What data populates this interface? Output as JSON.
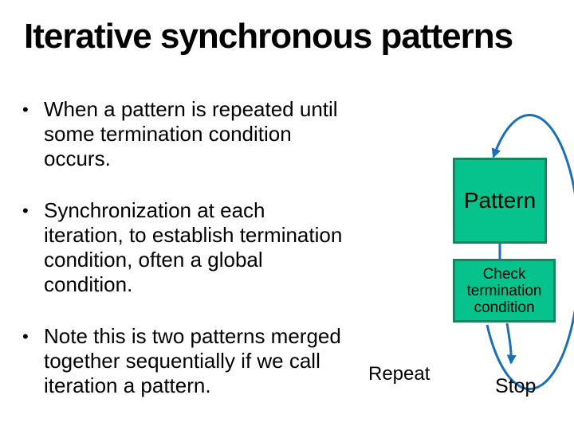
{
  "slide": {
    "title": "Iterative synchronous patterns",
    "bullet_char": "•",
    "bullets": [
      {
        "lines": [
          "When a pattern is repeated until",
          "some termination condition",
          "occurs."
        ]
      },
      {
        "lines": [
          "Synchronization at each",
          "iteration, to establish termination",
          "condition, often a global",
          "condition."
        ]
      },
      {
        "lines": [
          "Note this is two patterns merged",
          "together sequentially if we call",
          "iteration a pattern."
        ]
      }
    ]
  },
  "diagram": {
    "pattern_box_label": "Pattern",
    "check_box_lines": [
      "Check",
      "termination",
      "condition"
    ],
    "repeat_label": "Repeat",
    "stop_label": "Stop",
    "colors": {
      "box_fill": "#06c28c",
      "box_border": "#17855f",
      "arrow_blue": "#1a6fb5",
      "text": "#000000",
      "background": "#ffffff"
    }
  }
}
